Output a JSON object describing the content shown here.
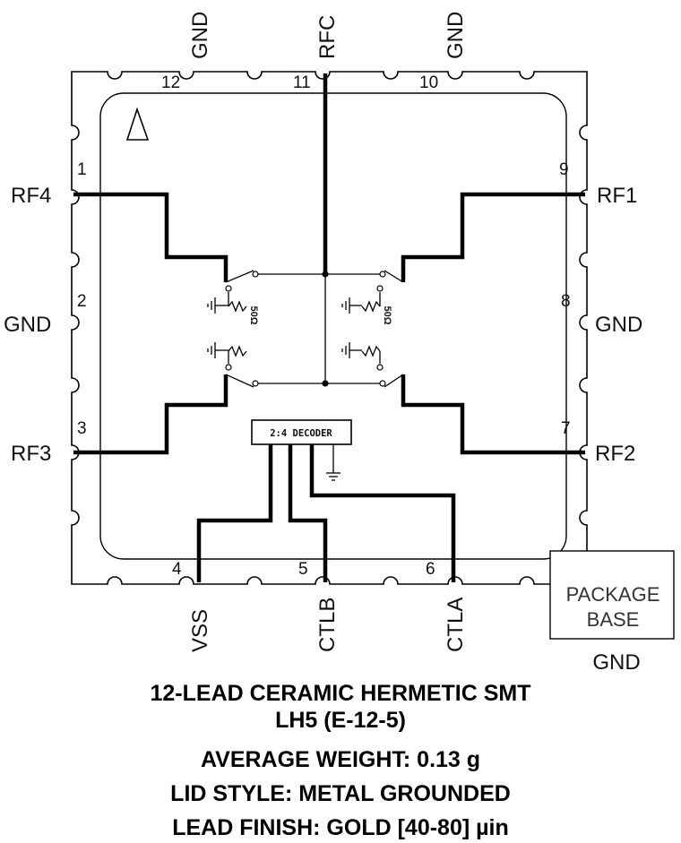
{
  "pins": {
    "p12": {
      "name": "GND",
      "num": "12"
    },
    "p11": {
      "name": "RFC",
      "num": "11"
    },
    "p10": {
      "name": "GND",
      "num": "10"
    },
    "p1": {
      "name": "RF4",
      "num": "1"
    },
    "p2": {
      "name": "GND",
      "num": "2"
    },
    "p3": {
      "name": "RF3",
      "num": "3"
    },
    "p9": {
      "name": "RF1",
      "num": "9"
    },
    "p8": {
      "name": "GND",
      "num": "8"
    },
    "p7": {
      "name": "RF2",
      "num": "7"
    },
    "p4": {
      "name": "VSS",
      "num": "4"
    },
    "p5": {
      "name": "CTLB",
      "num": "5"
    },
    "p6": {
      "name": "CTLA",
      "num": "6"
    }
  },
  "termination_label": "50Ω",
  "decoder_label": "2:4 DECODER",
  "package_base": {
    "line1": "PACKAGE",
    "line2": "BASE",
    "gnd": "GND"
  },
  "info": [
    "12-LEAD CERAMIC HERMETIC SMT",
    "LH5 (E-12-5)",
    "AVERAGE WEIGHT: 0.13 g",
    "LID STYLE: METAL GROUNDED",
    "LEAD FINISH: GOLD [40-80] µin"
  ]
}
